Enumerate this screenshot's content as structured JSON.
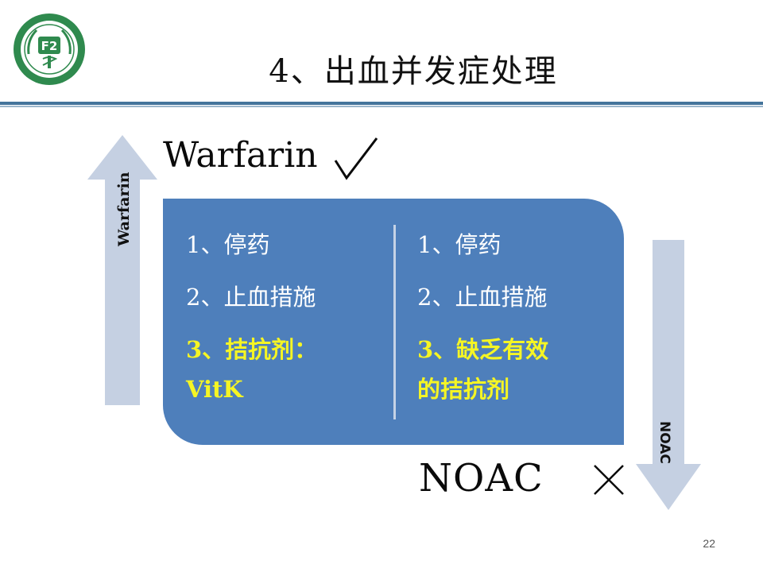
{
  "slide": {
    "title": "4、出血并发症处理",
    "page_number": "22"
  },
  "arrows": {
    "up_label": "Warfarin",
    "down_label": "NOAC",
    "fill_color": "#c5d0e2"
  },
  "warfarin": {
    "heading": "Warfarin",
    "mark": "check-icon"
  },
  "noac": {
    "heading": "NOAC",
    "mark": "cross-icon"
  },
  "panel": {
    "color": "#4e7fbb",
    "left_column": {
      "item1": "1、停药",
      "item2": "2、止血措施",
      "item3_line1": "3、拮抗剂：",
      "item3_line2": "VitK"
    },
    "right_column": {
      "item1": "1、停药",
      "item2": "2、止血措施",
      "item3_line1": "3、缺乏有效",
      "item3_line2": "的拮抗剂"
    },
    "highlight_color": "#f5f524"
  }
}
